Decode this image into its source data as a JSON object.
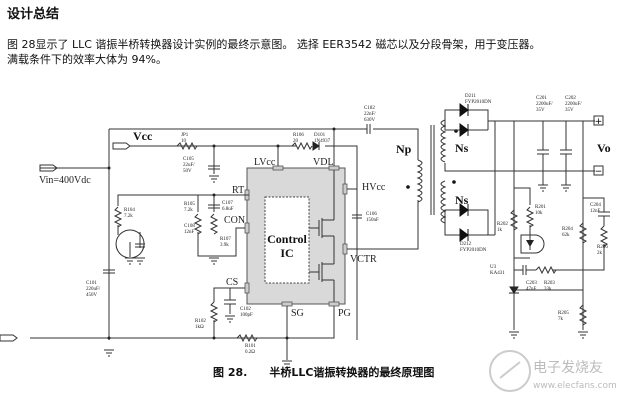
{
  "heading": "设计总结",
  "paragraph": [
    "图 28显示了 LLC 谐振半桥转换器设计实例的最终示意图。 选择 EER3542 磁芯以及分段骨架，用于变压器。",
    "满载条件下的效率大体为 94%。"
  ],
  "schematic": {
    "vin": "Vin=400Vdc",
    "vcc": "Vcc",
    "vo": "Vo",
    "np": "Np",
    "ns": "Ns",
    "ic_line1": "Control",
    "ic_line2": "IC",
    "pins": {
      "lvcc": "LVcc",
      "vdl": "VDL",
      "rt": "RT",
      "con": "CON",
      "cs": "CS",
      "sg": "SG",
      "pg": "PG",
      "hvcc": "HVcc",
      "vctr": "VCTR"
    },
    "terminals": {
      "plus": "+",
      "minus": "−"
    },
    "components": {
      "jp1": [
        "JP1",
        "10"
      ],
      "r106": [
        "R106",
        "20"
      ],
      "d101": [
        "D101",
        "1N4937"
      ],
      "c182": [
        "C182",
        "22nF/",
        "630V"
      ],
      "c105": [
        "C105",
        "22uF/",
        "50V"
      ],
      "r104": [
        "R104",
        "7.2k"
      ],
      "r105": [
        "R105",
        "7.2k"
      ],
      "c107": [
        "C107",
        "6.8uF"
      ],
      "c108": [
        "C108",
        "12nF"
      ],
      "r107": [
        "R107",
        "3.9k"
      ],
      "c106": [
        "C106",
        "150nF"
      ],
      "c101": [
        "C101",
        "220uF/",
        "450V"
      ],
      "r102": [
        "R102",
        "1kΩ"
      ],
      "c102": [
        "C102",
        "100pF"
      ],
      "r101": [
        "R101",
        "0.2Ω"
      ],
      "d211": [
        "D211",
        "FYP2010DN"
      ],
      "d212": [
        "D212",
        "FYP2010DN"
      ],
      "c201": [
        "C201",
        "2200uF/",
        "35V"
      ],
      "c202": [
        "C202",
        "2200uF/",
        "35V"
      ],
      "r201": [
        "R201",
        "10k"
      ],
      "r202": [
        "R202",
        "1k"
      ],
      "r204": [
        "R204",
        "62k"
      ],
      "c204": [
        "C204",
        "12nF"
      ],
      "r206": [
        "R206",
        "2k"
      ],
      "u3": [
        "U3",
        "KA431"
      ],
      "c203": [
        "C203",
        "47nF"
      ],
      "r203": [
        "R203",
        "33k"
      ],
      "r205": [
        "R205",
        "7k"
      ]
    }
  },
  "caption": {
    "number": "图 28.",
    "text": "半桥LLC谐振转换器的最终原理图"
  },
  "watermark": {
    "name": "电子发烧友",
    "url": "www.elecfans.com"
  }
}
